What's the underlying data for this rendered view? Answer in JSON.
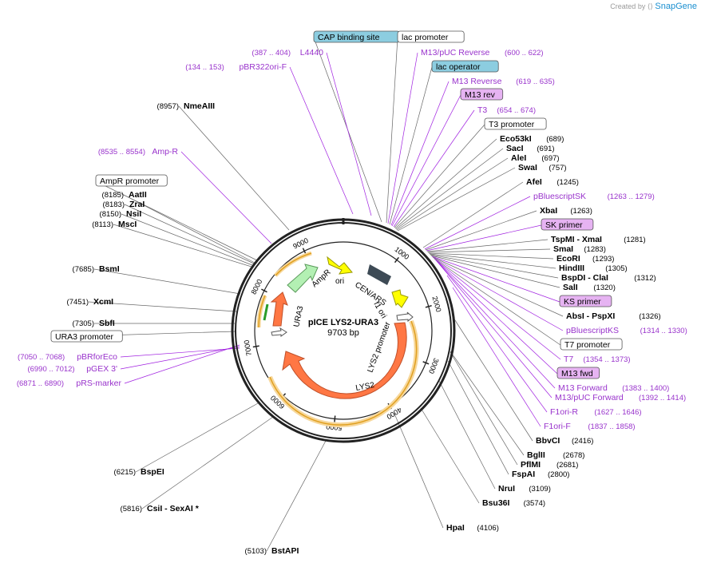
{
  "header": {
    "credit_text": "Created by",
    "brand": "SnapGene"
  },
  "plasmid": {
    "name": "pICE LYS2-URA3",
    "length_label": "9703 bp",
    "total_bp": 9703
  },
  "colors": {
    "backbone": "#222222",
    "feature_purple": "#9933cc",
    "site_black": "#000000",
    "promoter_box_fill": "#ffffff",
    "operator_box_fill": "#8ccde0",
    "primer_box_fill": "#e6b3f2",
    "orange_arrow": "#ff7744",
    "yellow_arrow": "#ffff00",
    "green_arrow": "#b3f0b3",
    "dark_feature": "#3d4a55",
    "orf_line": "#e0a020"
  },
  "ticks": [
    "1000",
    "2000",
    "3000",
    "4000",
    "5000",
    "6000",
    "7000",
    "8000",
    "9000"
  ],
  "map_features": [
    {
      "label": "AmpR",
      "color": "green"
    },
    {
      "label": "ori",
      "color": "yellow"
    },
    {
      "label": "CEN/ARS",
      "color": "dark"
    },
    {
      "label": "f1 ori",
      "color": "dark"
    },
    {
      "label": "LYS2 promoter",
      "color": "white"
    },
    {
      "label": "LYS2",
      "color": "orange"
    },
    {
      "label": "URA3",
      "color": "orange"
    }
  ],
  "labels": [
    {
      "text": "CAP binding site",
      "kind": "box-blue"
    },
    {
      "text": "lac promoter",
      "kind": "box-white"
    },
    {
      "text": "L4440",
      "range": "(387 .. 404)",
      "kind": "feature"
    },
    {
      "text": "pBR322ori-F",
      "range": "(134 .. 153)",
      "kind": "feature"
    },
    {
      "text": "M13/pUC Reverse",
      "range": "(600 .. 622)",
      "kind": "feature"
    },
    {
      "text": "lac operator",
      "kind": "box-blue"
    },
    {
      "text": "M13 Reverse",
      "range": "(619 .. 635)",
      "kind": "feature"
    },
    {
      "text": "M13 rev",
      "kind": "box-primer"
    },
    {
      "text": "T3",
      "range": "(654 .. 674)",
      "kind": "feature"
    },
    {
      "text": "T3 promoter",
      "kind": "box-white"
    },
    {
      "text": "Eco53kI",
      "pos": "(689)",
      "kind": "site"
    },
    {
      "text": "SacI",
      "pos": "(691)",
      "kind": "site"
    },
    {
      "text": "AleI",
      "pos": "(697)",
      "kind": "site"
    },
    {
      "text": "SwaI",
      "pos": "(757)",
      "kind": "site"
    },
    {
      "text": "AfeI",
      "pos": "(1245)",
      "kind": "site"
    },
    {
      "text": "pBluescriptSK",
      "range": "(1263 .. 1279)",
      "kind": "feature"
    },
    {
      "text": "XbaI",
      "pos": "(1263)",
      "kind": "site"
    },
    {
      "text": "SK primer",
      "kind": "box-primer"
    },
    {
      "text": "TspMI - XmaI",
      "pos": "(1281)",
      "kind": "site"
    },
    {
      "text": "SmaI",
      "pos": "(1283)",
      "kind": "site"
    },
    {
      "text": "EcoRI",
      "pos": "(1293)",
      "kind": "site"
    },
    {
      "text": "HindIII",
      "pos": "(1305)",
      "kind": "site"
    },
    {
      "text": "BspDI - ClaI",
      "pos": "(1312)",
      "kind": "site"
    },
    {
      "text": "SalI",
      "pos": "(1320)",
      "kind": "site"
    },
    {
      "text": "KS primer",
      "kind": "box-primer"
    },
    {
      "text": "AbsI - PspXI",
      "pos": "(1326)",
      "kind": "site"
    },
    {
      "text": "pBluescriptKS",
      "range": "(1314 .. 1330)",
      "kind": "feature"
    },
    {
      "text": "T7 promoter",
      "kind": "box-white"
    },
    {
      "text": "T7",
      "range": "(1354 .. 1373)",
      "kind": "feature"
    },
    {
      "text": "M13 fwd",
      "kind": "box-primer"
    },
    {
      "text": "M13 Forward",
      "range": "(1383 .. 1400)",
      "kind": "feature"
    },
    {
      "text": "M13/pUC Forward",
      "range": "(1392 .. 1414)",
      "kind": "feature"
    },
    {
      "text": "F1ori-R",
      "range": "(1627 .. 1646)",
      "kind": "feature"
    },
    {
      "text": "F1ori-F",
      "range": "(1837 .. 1858)",
      "kind": "feature"
    },
    {
      "text": "BbvCI",
      "pos": "(2416)",
      "kind": "site"
    },
    {
      "text": "BglII",
      "pos": "(2678)",
      "kind": "site"
    },
    {
      "text": "PflMI",
      "pos": "(2681)",
      "kind": "site"
    },
    {
      "text": "FspAI",
      "pos": "(2800)",
      "kind": "site"
    },
    {
      "text": "NruI",
      "pos": "(3109)",
      "kind": "site"
    },
    {
      "text": "Bsu36I",
      "pos": "(3574)",
      "kind": "site"
    },
    {
      "text": "HpaI",
      "pos": "(4106)",
      "kind": "site"
    },
    {
      "text": "BstAPI",
      "pos": "(5103)",
      "kind": "site"
    },
    {
      "text": "CsiI - SexAI *",
      "pos": "(5816)",
      "kind": "site"
    },
    {
      "text": "BspEI",
      "pos": "(6215)",
      "kind": "site"
    },
    {
      "text": "pRS-marker",
      "range": "(6871 .. 6890)",
      "kind": "feature"
    },
    {
      "text": "pGEX 3'",
      "range": "(6990 .. 7012)",
      "kind": "feature"
    },
    {
      "text": "pBRforEco",
      "range": "(7050 .. 7068)",
      "kind": "feature"
    },
    {
      "text": "URA3 promoter",
      "kind": "box-white"
    },
    {
      "text": "SbfI",
      "pos": "(7305)",
      "kind": "site"
    },
    {
      "text": "XcmI",
      "pos": "(7451)",
      "kind": "site"
    },
    {
      "text": "BsmI",
      "pos": "(7685)",
      "kind": "site"
    },
    {
      "text": "MscI",
      "pos": "(8113)",
      "kind": "site"
    },
    {
      "text": "NsiI",
      "pos": "(8150)",
      "kind": "site"
    },
    {
      "text": "ZraI",
      "pos": "(8183)",
      "kind": "site"
    },
    {
      "text": "AatII",
      "pos": "(8185)",
      "kind": "site"
    },
    {
      "text": "AmpR promoter",
      "kind": "box-white"
    },
    {
      "text": "Amp-R",
      "range": "(8535 .. 8554)",
      "kind": "feature"
    },
    {
      "text": "NmeAIII",
      "pos": "(8957)",
      "kind": "site"
    }
  ]
}
